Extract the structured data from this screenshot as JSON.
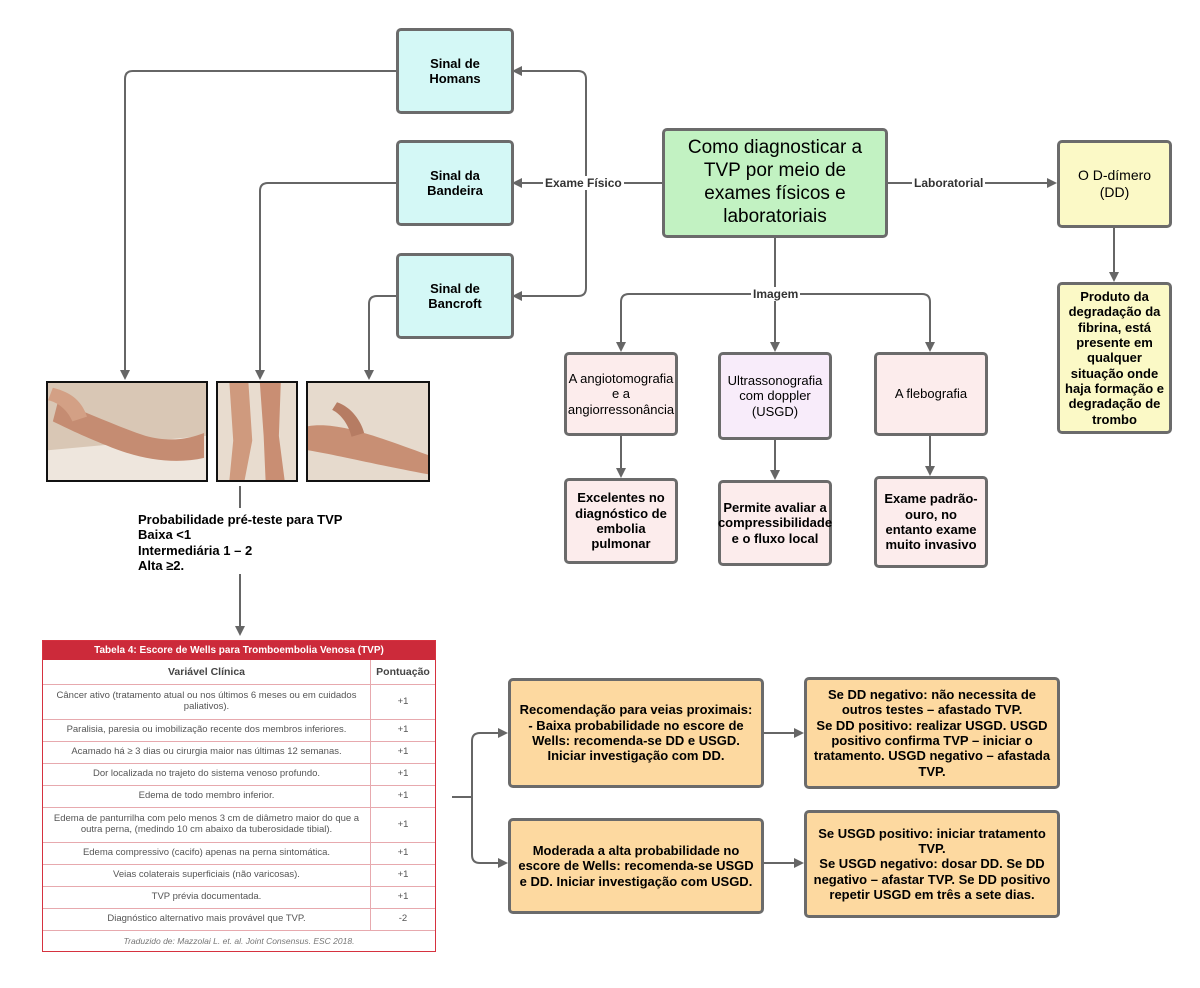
{
  "center": "Como diagnosticar a TVP por meio de exames físicos e laboratoriais",
  "edge_labels": {
    "exame_fisico": "Exame Físico",
    "laboratorial": "Laboratorial",
    "imagem": "Imagem"
  },
  "signs": {
    "homans": "Sinal de Homans",
    "bandeira": "Sinal da Bandeira",
    "bancroft": "Sinal de Bancroft"
  },
  "lab": {
    "dd": "O D-dímero (DD)",
    "dd_desc": "Produto da degradação da fibrina, está presente em qualquer situação onde haja formação e degradação de trombo"
  },
  "imaging": {
    "angio": "A angiotomografia e a angiorressonância",
    "angio_desc": "Excelentes no diagnóstico de embolia pulmonar",
    "usgd": "Ultrassonografia com doppler (USGD)",
    "usgd_desc": "Permite avaliar a compressibilidade e o fluxo local",
    "flebo": "A flebografia",
    "flebo_desc": "Exame padrão-ouro, no entanto exame muito invasivo"
  },
  "probability": {
    "title": "Probabilidade pré-teste para TVP",
    "low": "Baixa <1",
    "mid": "Intermediária 1 – 2",
    "high": "Alta ≥2."
  },
  "wells": {
    "title": "Tabela 4: Escore de Wells para Tromboembolia Venosa (TVP)",
    "col_variable": "Variável Clínica",
    "col_points": "Pontuação",
    "rows": [
      {
        "v": "Câncer ativo (tratamento atual ou nos últimos 6 meses ou em cuidados paliativos).",
        "p": "+1"
      },
      {
        "v": "Paralisia, paresia ou imobilização recente dos membros inferiores.",
        "p": "+1"
      },
      {
        "v": "Acamado há ≥ 3 dias  ou cirurgia maior nas últimas 12 semanas.",
        "p": "+1"
      },
      {
        "v": "Dor localizada no trajeto do sistema venoso profundo.",
        "p": "+1"
      },
      {
        "v": "Edema de todo membro inferior.",
        "p": "+1"
      },
      {
        "v": "Edema de panturrilha com pelo menos 3 cm de diâmetro maior do que a outra perna, (medindo 10 cm abaixo da tuberosidade tibial).",
        "p": "+1"
      },
      {
        "v": "Edema compressivo (cacifo) apenas na perna sintomática.",
        "p": "+1"
      },
      {
        "v": "Veias colaterais superficiais (não varicosas).",
        "p": "+1"
      },
      {
        "v": "TVP prévia documentada.",
        "p": "+1"
      },
      {
        "v": "Diagnóstico alternativo mais provável que TVP.",
        "p": "-2"
      }
    ],
    "source": "Traduzido de: Mazzolai L. et. al. Joint Consensus. ESC 2018."
  },
  "recommendations": {
    "low": "Recomendação para veias proximais:\n- Baixa probabilidade no escore de Wells: recomenda-se DD e USGD. Iniciar investigação com DD.",
    "low_next": "Se DD negativo: não necessita de outros testes – afastado TVP.\nSe DD positivo: realizar USGD. USGD positivo confirma TVP – iniciar o tratamento. USGD negativo – afastada TVP.",
    "high": "Moderada a alta probabilidade no escore de Wells: recomenda-se USGD e DD. Iniciar investigação com USGD.",
    "high_next": "Se USGD positivo: iniciar tratamento TVP.\nSe USGD negativo: dosar DD. Se DD negativo – afastar TVP. Se DD positivo repetir USGD em três a sete dias."
  },
  "colors": {
    "line": "#666666",
    "cyan": "#d4f8f6",
    "green": "#c2f2c2",
    "yellow": "#fbf9c6",
    "pink": "#fcecec",
    "orange": "#fdd9a0",
    "table_red": "#cc2a3a"
  }
}
